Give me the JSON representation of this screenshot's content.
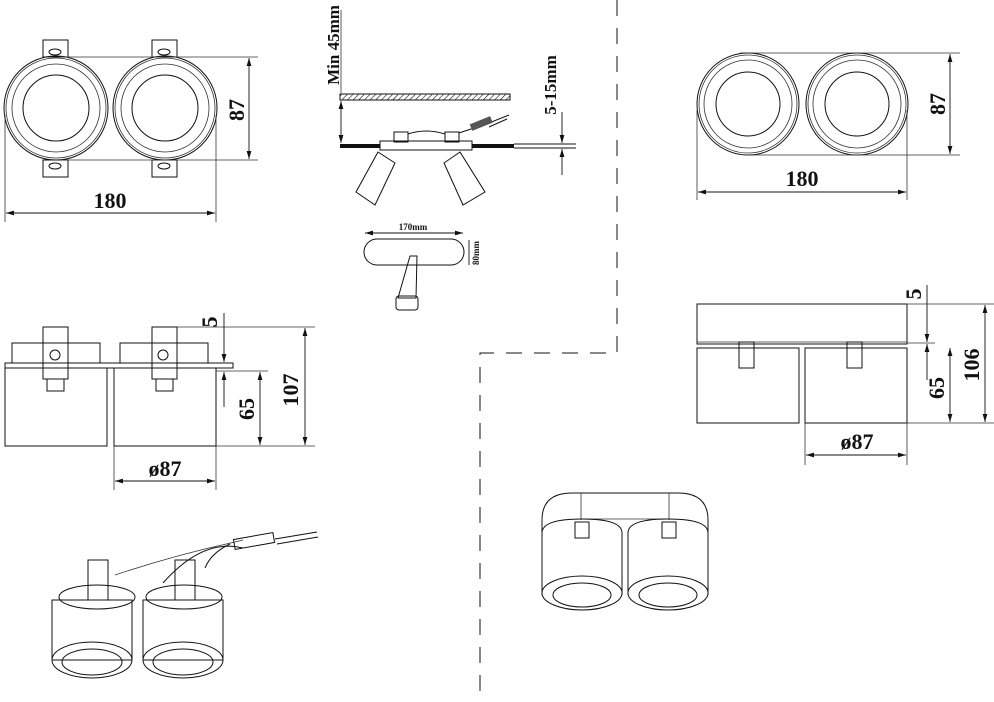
{
  "views": {
    "recessed_top": {
      "width_label": "180",
      "height_label": "87"
    },
    "recessed_side": {
      "top_label": "5",
      "body_label": "65",
      "total_label": "107",
      "diameter_label": "ø87"
    },
    "installation": {
      "clearance_label": "Min 45mm",
      "ceiling_label": "5-15mm",
      "cutout_width_label": "170mm",
      "cutout_height_label": "80mm"
    },
    "surface_top": {
      "width_label": "180",
      "height_label": "87"
    },
    "surface_side": {
      "top_label": "5",
      "body_label": "65",
      "total_label": "106",
      "diameter_label": "ø87"
    }
  },
  "colors": {
    "line": "#111111",
    "background": "#ffffff"
  }
}
